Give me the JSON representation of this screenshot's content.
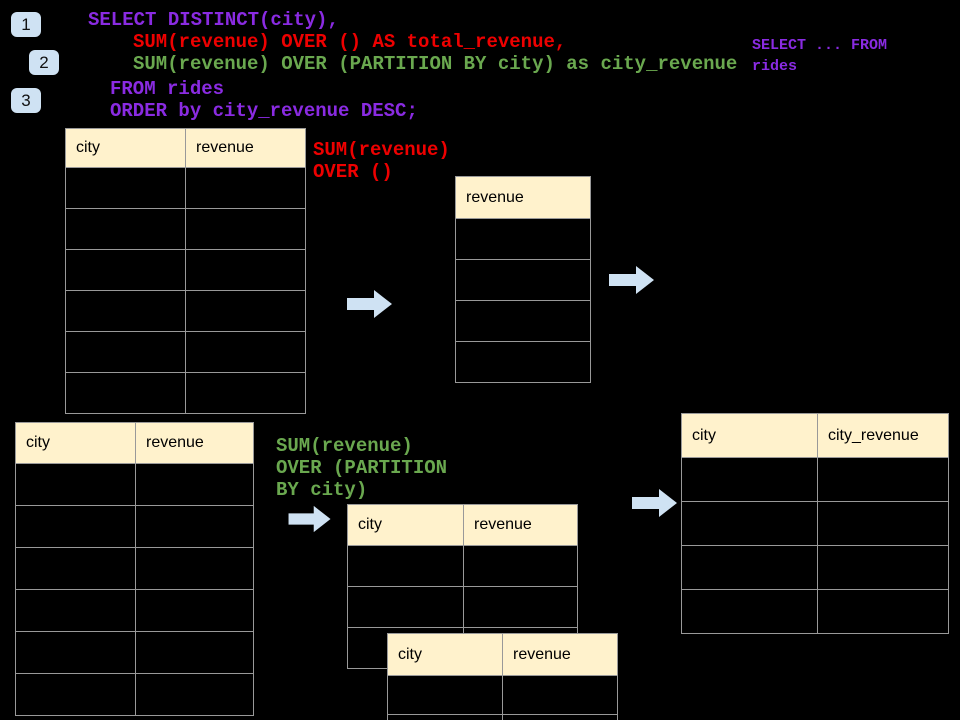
{
  "colors": {
    "background": "#000000",
    "sql_purple": "#8A2BE2",
    "sql_red": "#EE0000",
    "sql_green": "#6AA84F",
    "arrow_badge_blue": "#CFE2F3",
    "table_header_bg": "#FFF2CC",
    "table_border": "#999999"
  },
  "badges": [
    {
      "label": "1"
    },
    {
      "label": "2"
    },
    {
      "label": "3"
    }
  ],
  "sql_code": {
    "line1": "SELECT DISTINCT(city),",
    "line2": "SUM(revenue) OVER () AS total_revenue,",
    "line3": "SUM(revenue) OVER (PARTITION BY city) as city_revenue",
    "line4": "FROM rides",
    "line5": "ORDER by city_revenue DESC;"
  },
  "annotations": {
    "from_note": "SELECT ... FROM rides",
    "total_label": "SUM(revenue)\nOVER ()",
    "partition_label": "SUM(revenue)\nOVER (PARTITION\nBY city)"
  },
  "tables": {
    "source_top": {
      "headers": [
        "city",
        "revenue"
      ],
      "body_rows": 6
    },
    "total_result": {
      "headers": [
        "revenue"
      ],
      "body_rows": 4
    },
    "source_bottom": {
      "headers": [
        "city",
        "revenue"
      ],
      "body_rows": 6
    },
    "partition_step": {
      "headers": [
        "city",
        "revenue"
      ],
      "body_rows": 3
    },
    "partition_step_overlap": {
      "headers": [
        "city",
        "revenue"
      ],
      "body_rows": 2
    },
    "city_revenue_result": {
      "headers": [
        "city",
        "city_revenue"
      ],
      "body_rows": 4
    }
  }
}
